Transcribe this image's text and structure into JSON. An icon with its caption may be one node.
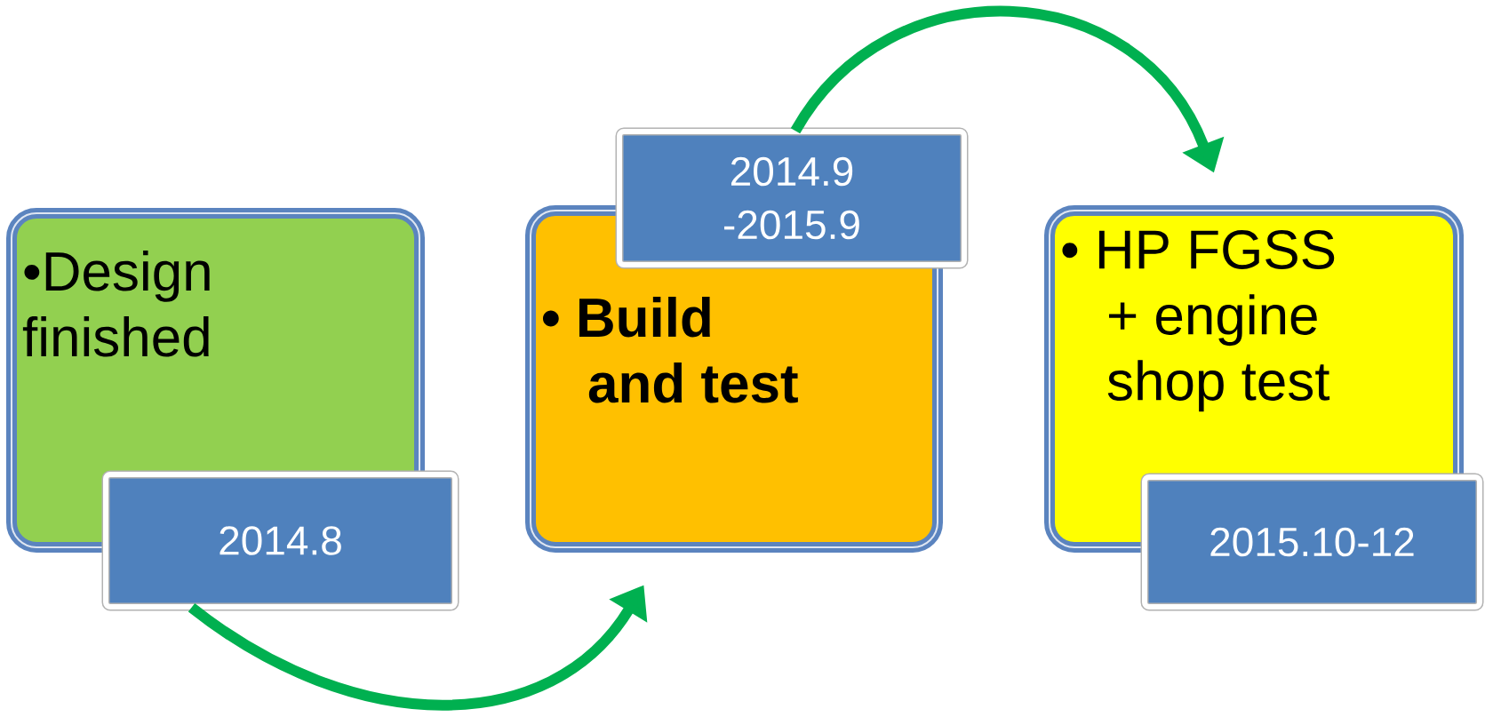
{
  "diagram": {
    "nodes": [
      {
        "text": [
          "•Design finished"
        ]
      },
      {
        "text": [
          "2014.8"
        ]
      },
      {
        "text": [
          "• Build and test"
        ]
      },
      {
        "text": [
          "2014.9 -2015.9"
        ]
      },
      {
        "text": [
          "• HP FGSS + engine shop test"
        ]
      },
      {
        "text": [
          "2015.10-12"
        ]
      }
    ],
    "edges": [
      {
        "from": 1,
        "to": 2,
        "arrow": "to"
      },
      {
        "from": 3,
        "to": 4,
        "arrow": "to"
      }
    ]
  }
}
